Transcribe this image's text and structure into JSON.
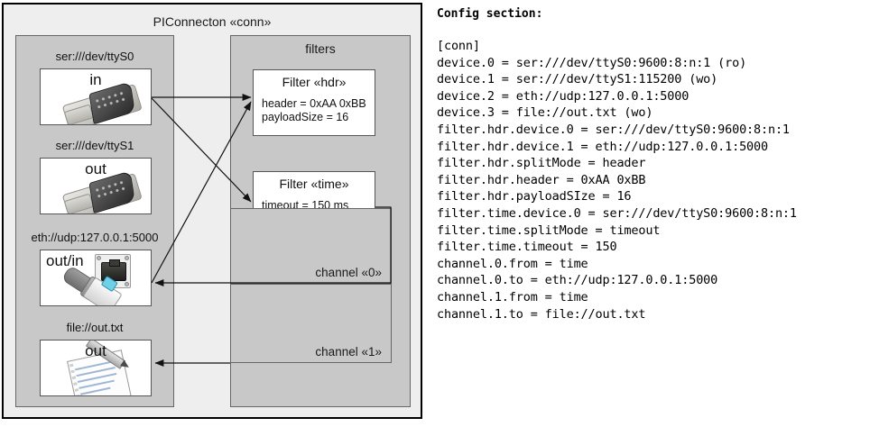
{
  "diagram": {
    "title": "PIConnecton «conn»",
    "devices_panel": {
      "name": "devices-panel",
      "items": [
        {
          "label": "ser:///dev/ttyS0",
          "direction": "in",
          "artwork": "serial-port-icon"
        },
        {
          "label": "ser:///dev/ttyS1",
          "direction": "out",
          "artwork": "serial-port-icon"
        },
        {
          "label": "eth://udp:127.0.0.1:5000",
          "direction": "out/in",
          "artwork": "ethernet-plug-icon"
        },
        {
          "label": "file://out.txt",
          "direction": "out",
          "artwork": "notepad-icon"
        }
      ]
    },
    "filters_panel": {
      "title": "filters",
      "filters": [
        {
          "title": "Filter «hdr»",
          "props": [
            "header = 0xAA 0xBB",
            "payloadSize = 16"
          ]
        },
        {
          "title": "Filter «time»",
          "props": [
            "timeout = 150 ms"
          ]
        }
      ],
      "channels": [
        {
          "label": "channel «0»"
        },
        {
          "label": "channel «1»"
        }
      ]
    }
  },
  "config": {
    "heading": "Config section:",
    "lines": [
      "[conn]",
      "device.0 = ser:///dev/ttyS0:9600:8:n:1 (ro)",
      "device.1 = ser:///dev/ttyS1:115200 (wo)",
      "device.2 = eth://udp:127.0.0.1:5000",
      "device.3 = file://out.txt (wo)",
      "filter.hdr.device.0 = ser:///dev/ttyS0:9600:8:n:1",
      "filter.hdr.device.1 = eth://udp:127.0.0.1:5000",
      "filter.hdr.splitMode = header",
      "filter.hdr.header = 0xAA 0xBB",
      "filter.hdr.payloadSIze = 16",
      "filter.time.device.0 = ser:///dev/ttyS0:9600:8:n:1",
      "filter.time.splitMode = timeout",
      "filter.time.timeout = 150",
      "channel.0.from = time",
      "channel.0.to = eth://udp:127.0.0.1:5000",
      "channel.1.from = time",
      "channel.1.to = file://out.txt"
    ],
    "text": "[conn]\ndevice.0 = ser:///dev/ttyS0:9600:8:n:1 (ro)\ndevice.1 = ser:///dev/ttyS1:115200 (wo)\ndevice.2 = eth://udp:127.0.0.1:5000\ndevice.3 = file://out.txt (wo)\nfilter.hdr.device.0 = ser:///dev/ttyS0:9600:8:n:1\nfilter.hdr.device.1 = eth://udp:127.0.0.1:5000\nfilter.hdr.splitMode = header\nfilter.hdr.header = 0xAA 0xBB\nfilter.hdr.payloadSIze = 16\nfilter.time.device.0 = ser:///dev/ttyS0:9600:8:n:1\nfilter.time.splitMode = timeout\nfilter.time.timeout = 150\nchannel.0.from = time\nchannel.0.to = eth://udp:127.0.0.1:5000\nchannel.1.from = time\nchannel.1.to = file://out.txt"
  },
  "colors": {
    "frame_border": "#000000",
    "frame_fill": "#eeeeee",
    "panel_fill": "#c8c8c8",
    "panel_border": "#666666",
    "box_fill": "#ffffff",
    "box_border": "#555555",
    "wire": "#111111"
  }
}
